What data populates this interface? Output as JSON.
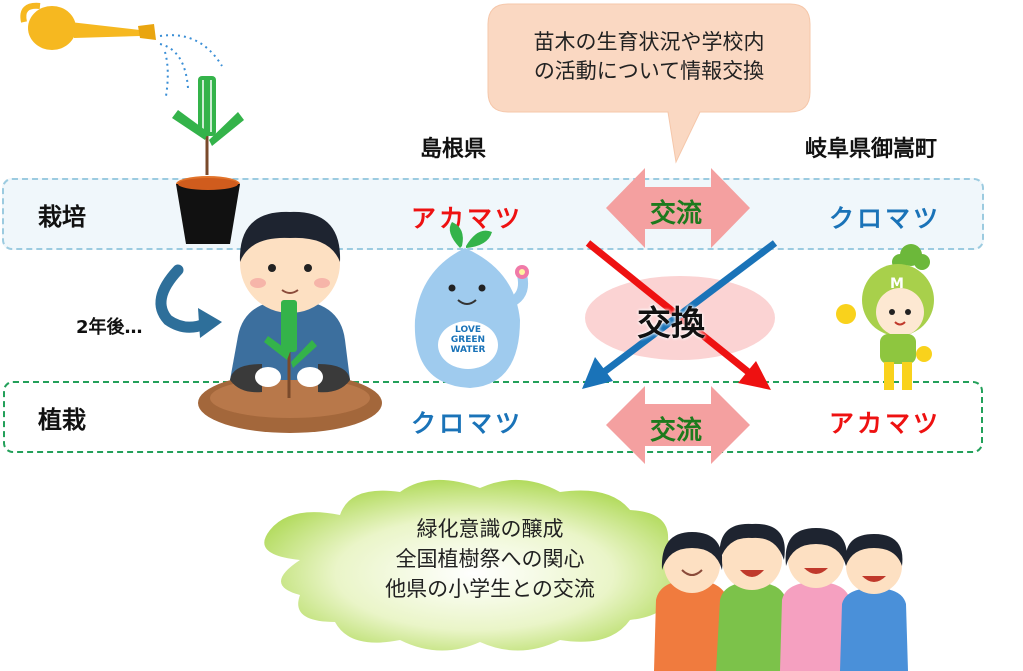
{
  "speech_bubble": {
    "line1": "苗木の生育状況や学校内",
    "line2": "の活動について情報交換"
  },
  "prefectures": {
    "left": "島根県",
    "right": "岐阜県御嵩町"
  },
  "rows": {
    "cultivation": "栽培",
    "planting": "植栽"
  },
  "trees": {
    "shimane_cultivation": "アカマツ",
    "gifu_cultivation": "クロマツ",
    "shimane_planting": "クロマツ",
    "gifu_planting": "アカマツ"
  },
  "exchange_labels": {
    "top": "交流",
    "middle": "交換",
    "bottom": "交流"
  },
  "after_years": "2年後…",
  "mascot_shirt": {
    "line1": "LOVE",
    "line2": "GREEN",
    "line3": "WATER"
  },
  "mascot_hat_letter": "M",
  "cloud": {
    "line1": "緑化意識の醸成",
    "line2": "全国植樹祭への関心",
    "line3": "他県の小学生との交流"
  },
  "colors": {
    "red_pine": "#ee1111",
    "black_pine": "#1a73b8",
    "exchange_green": "#1d7a1d",
    "arrow_pink": "#f4a0a0"
  }
}
